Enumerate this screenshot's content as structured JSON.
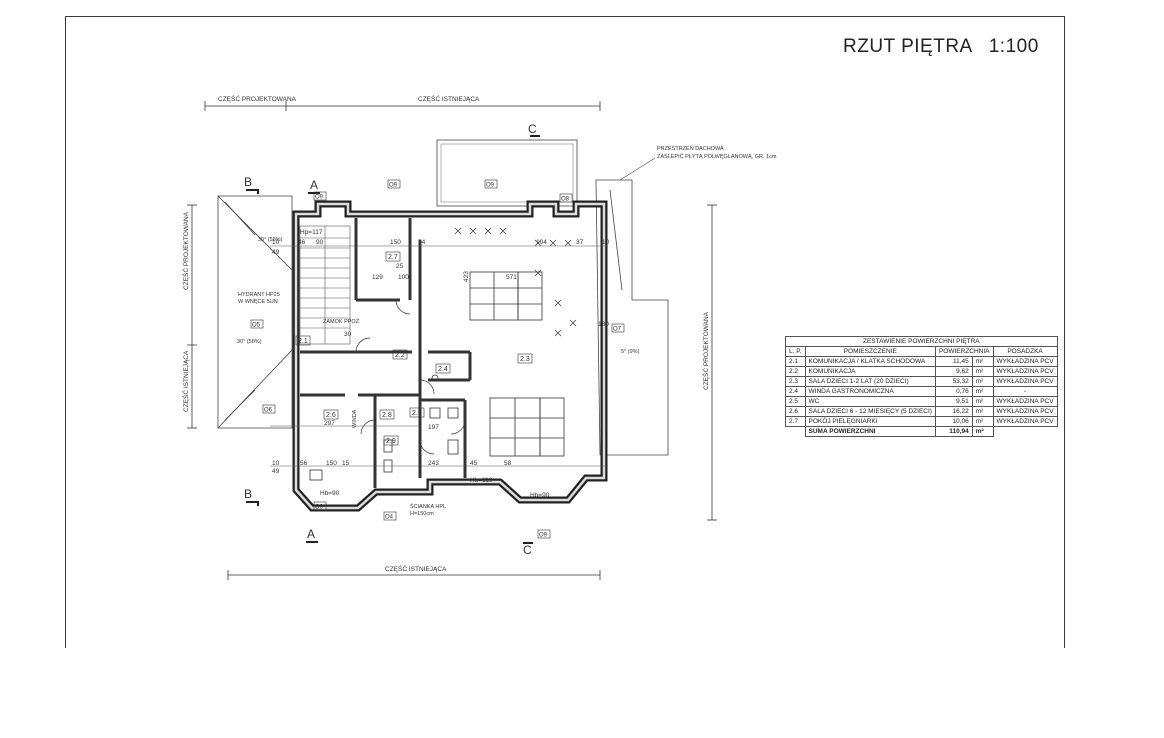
{
  "title": {
    "text": "RZUT PIĘTRA",
    "scale": "1:100"
  },
  "zones": {
    "top_projected": "CZĘŚĆ PROJEKTOWANA",
    "top_existing": "CZĘŚĆ ISTNIEJĄCA",
    "left_projected": "CZĘŚĆ PROJEKTOWANA",
    "left_existing": "CZĘŚĆ ISTNIEJĄCA",
    "right_projected": "CZĘŚĆ PROJEKTOWANA",
    "bottom_existing": "CZĘŚĆ ISTNIEJĄCA"
  },
  "section_marks": {
    "a": "A",
    "b": "B",
    "c": "C"
  },
  "notes": {
    "roof_space_1": "PRZESTRZEŃ DACHOWA",
    "roof_space_2": "ZAŚLEPIĆ PŁYTĄ POLWĘGLANOWĄ, GR. 1cm",
    "hydrant_1": "HYDRANT HP25",
    "hydrant_2": "W WNĘCE 5UN",
    "fire_lock": "ZAMOK PPOŻ",
    "winda": "WINDA",
    "wc_note_1": "ŚCIANKA HPL",
    "wc_note_2": "H=150cm",
    "roof_slope_top": "30° (58%)",
    "roof_slope_mid": "30° (58%)",
    "roof_slope_right": "5° (9%)"
  },
  "rooms": [
    "2.1",
    "2.2",
    "2.3",
    "2.4",
    "2.5",
    "2.6",
    "2.7",
    "2.8",
    "2.9"
  ],
  "dims": {
    "d150": "150",
    "d100": "100",
    "d297": "297",
    "d197": "197",
    "d243": "243",
    "d49": "49",
    "d10": "10",
    "d90": "90",
    "d45": "45",
    "d58": "58",
    "d104": "104",
    "d37": "37",
    "d129": "129",
    "d180": "180",
    "d423": "423",
    "d571": "571",
    "d15": "15",
    "d56": "56",
    "d74": "74",
    "d25": "25",
    "d46": "46",
    "d30": "30",
    "hb90": "Hb=90",
    "hb119": "Hb=119",
    "hp117": "Hp=117"
  },
  "window_tags": [
    "O9",
    "O9",
    "O8",
    "O9",
    "O5",
    "O6",
    "O7",
    "O4",
    "O9",
    "O9"
  ],
  "surface_table": {
    "caption": "ZESTAWIENIE POWIERZCHNI PIĘTRA",
    "headers": [
      "L. P.",
      "POMIESZCZENIE",
      "POWIERZCHNIA",
      "",
      "POSADZKA"
    ],
    "rows": [
      {
        "lp": "2.1",
        "name": "KOMUNIKACJA / KLATKA SCHODOWA",
        "area": "11,45",
        "unit": "m²",
        "floor": "WYKŁADZINA PCV"
      },
      {
        "lp": "2.2",
        "name": "KOMUNIKACJA",
        "area": "9,62",
        "unit": "m²",
        "floor": "WYKŁADZINA PCV"
      },
      {
        "lp": "2.3",
        "name": "SALA DZIECI 1-2 LAT (20 DZIECI)",
        "area": "53,32",
        "unit": "m²",
        "floor": "WYKŁADZINA PCV"
      },
      {
        "lp": "2.4",
        "name": "WINDA GASTRONOMICZNA",
        "area": "0,76",
        "unit": "m²",
        "floor": "-"
      },
      {
        "lp": "2.5",
        "name": "WC",
        "area": "9,51",
        "unit": "m²",
        "floor": "WYKŁADZINA PCV"
      },
      {
        "lp": "2.6",
        "name": "SALA DZIECI 6 - 12 MIESIĘCY (5 DZIECI)",
        "area": "16,22",
        "unit": "m²",
        "floor": "WYKŁADZINA PCV"
      },
      {
        "lp": "2.7",
        "name": "POKÓJ PIELĘGNIARKI",
        "area": "10,06",
        "unit": "m²",
        "floor": "WYKŁADZINA PCV"
      }
    ],
    "sum_label": "SUMA POWIERZCHNI",
    "sum_area": "110,94",
    "sum_unit": "m²"
  }
}
